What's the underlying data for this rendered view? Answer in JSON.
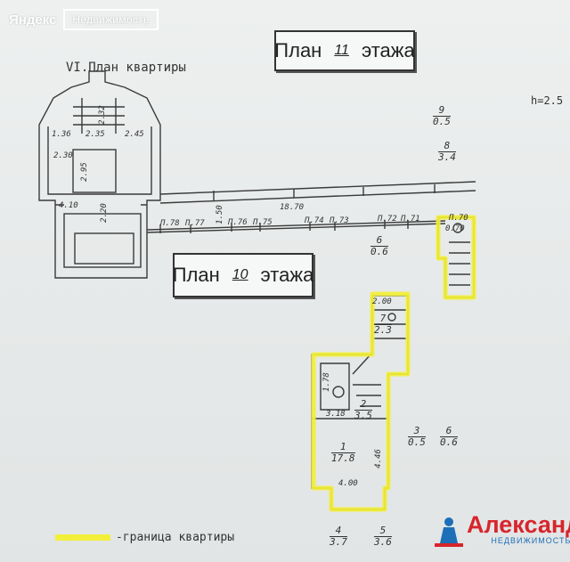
{
  "watermark": {
    "logo_text": "Яндекс",
    "service_text": "Недвижимость"
  },
  "plan11": {
    "word1": "План",
    "floor": "11",
    "word2": "этажа"
  },
  "plan10": {
    "word1": "План",
    "floor": "10",
    "word2": "этажа"
  },
  "section_title": "VI.План квартиры",
  "height_label": "h=2.5",
  "dimensions": {
    "d1": "1.36",
    "d2": "2.35",
    "d3": "2.45",
    "d4": "2.30",
    "d5": "2.95",
    "d6": "2.32",
    "d7": "4.10",
    "d8": "2.20",
    "d9": "1.50",
    "d10": "18.70",
    "d11": "2.00",
    "d12": "3.18",
    "d13": "4.46",
    "d14": "4.00",
    "d15": "1.78",
    "d16": "0.70"
  },
  "stations": [
    "П.78",
    "П.77",
    "П.76",
    "П.75",
    "П.74",
    "П.73",
    "П.72",
    "П.71",
    "П.70"
  ],
  "rooms": [
    {
      "num": "9",
      "area": "0.5"
    },
    {
      "num": "8",
      "area": "3.4"
    },
    {
      "num": "6",
      "area": "0.6"
    },
    {
      "num": "7",
      "area": "2.3"
    },
    {
      "num": "2",
      "area": "3.5"
    },
    {
      "num": "1",
      "area": "17.8"
    },
    {
      "num": "3",
      "area": "0.5"
    },
    {
      "num": "6",
      "area": "0.6"
    },
    {
      "num": "4",
      "area": "3.7"
    },
    {
      "num": "5",
      "area": "3.6"
    }
  ],
  "legend_text": "-граница квартиры",
  "brand": {
    "name": "Александр",
    "sub": "НЕДВИЖИМОСТЬ"
  },
  "colors": {
    "boundary": "#f2ef3a",
    "brand_red": "#d8252c",
    "brand_blue": "#1d6fb8",
    "ink": "#333333"
  }
}
